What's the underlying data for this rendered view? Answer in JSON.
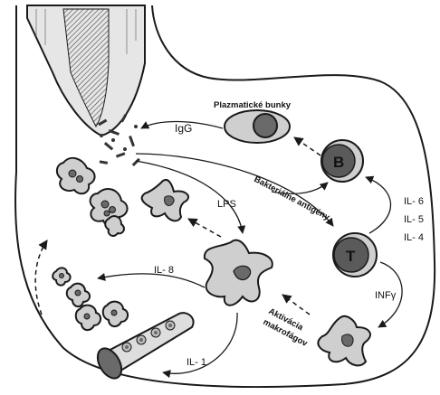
{
  "labels": {
    "plasma_cells": "Plazmatické bunky",
    "igg": "IgG",
    "b_cell": "B",
    "t_cell": "T",
    "lps": "LPS",
    "bacterial_antigens": "Bakteriálne antigény",
    "il6": "IL- 6",
    "il5": "IL- 5",
    "il4": "IL- 4",
    "infg": "INFγ",
    "il8": "IL- 8",
    "macrophage_activation_line1": "Aktivácia",
    "macrophage_activation_line2": "makrofágov",
    "il1": "IL- 1"
  },
  "colors": {
    "outline": "#1a1a1a",
    "cell_fill": "#cfcfcf",
    "nucleus_fill": "#7a7a7a",
    "tcell_fill": "#5a5a5a",
    "tooth_fill": "#e6e6e6",
    "vessel_fill": "#dedede"
  }
}
